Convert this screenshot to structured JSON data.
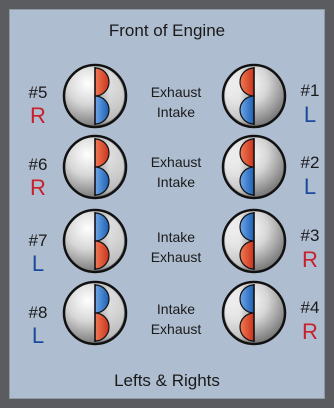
{
  "title": "Front of Engine",
  "footer": "Lefts & Rights",
  "colors": {
    "background": "#aebdd0",
    "exhaust": "#e0502a",
    "intake": "#1f6fc4",
    "left_label": "#1a4a9a",
    "right_label": "#c8202a"
  },
  "left_bank": [
    {
      "number": "#5",
      "side": "R",
      "valves": [
        "Exhaust",
        "Intake"
      ]
    },
    {
      "number": "#6",
      "side": "R",
      "valves": [
        "Exhaust",
        "Intake"
      ]
    },
    {
      "number": "#7",
      "side": "L",
      "valves": [
        "Intake",
        "Exhaust"
      ]
    },
    {
      "number": "#8",
      "side": "L",
      "valves": [
        "Intake",
        "Exhaust"
      ]
    }
  ],
  "right_bank": [
    {
      "number": "#1",
      "side": "L"
    },
    {
      "number": "#2",
      "side": "L"
    },
    {
      "number": "#3",
      "side": "R"
    },
    {
      "number": "#4",
      "side": "R"
    }
  ]
}
